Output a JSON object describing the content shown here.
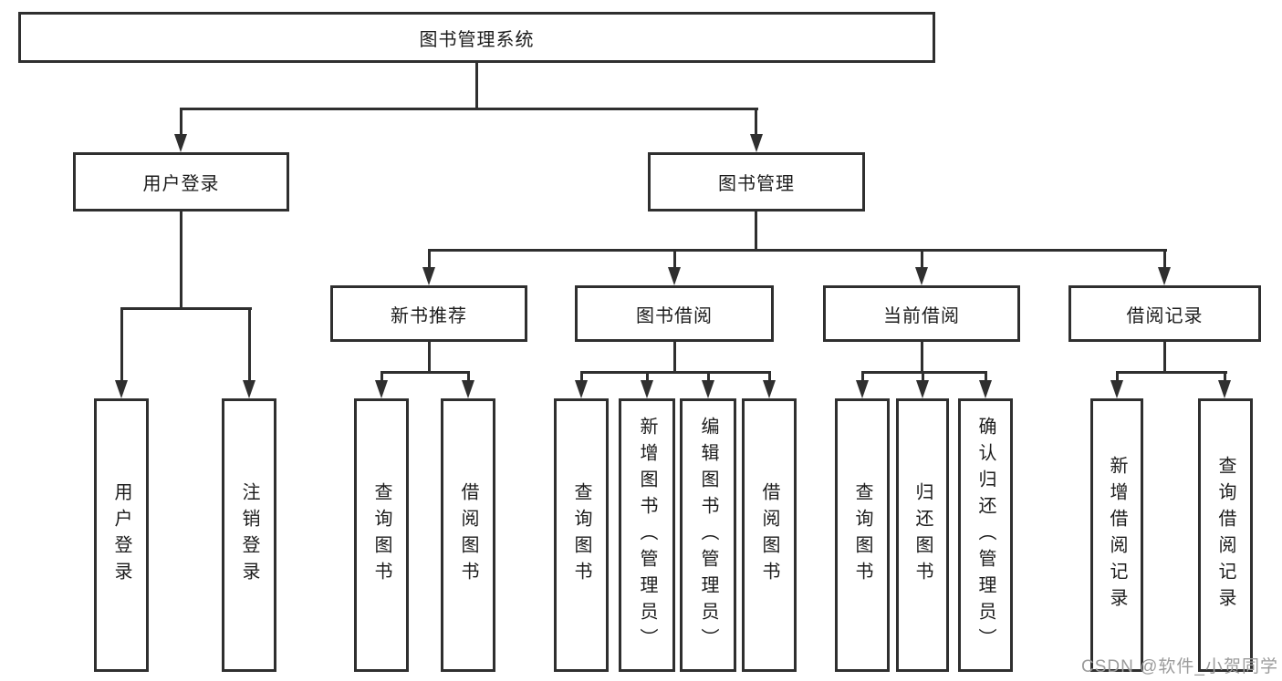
{
  "diagram": {
    "root": {
      "label": "图书管理系统"
    },
    "level2": [
      {
        "label": "用户登录"
      },
      {
        "label": "图书管理"
      }
    ],
    "level3": [
      {
        "label": "新书推荐"
      },
      {
        "label": "图书借阅"
      },
      {
        "label": "当前借阅"
      },
      {
        "label": "借阅记录"
      }
    ],
    "leaves": [
      {
        "label": "用户登录"
      },
      {
        "label": "注销登录"
      },
      {
        "label": "查询图书"
      },
      {
        "label": "借阅图书"
      },
      {
        "label": "查询图书"
      },
      {
        "label": "新增图书（管理员）"
      },
      {
        "label": "编辑图书（管理员）"
      },
      {
        "label": "借阅图书"
      },
      {
        "label": "查询图书"
      },
      {
        "label": "归还图书"
      },
      {
        "label": "确认归还（管理员）"
      },
      {
        "label": "新增借阅记录"
      },
      {
        "label": "查询借阅记录"
      }
    ],
    "colors": {
      "line": "#2f2f2f",
      "text": "#1c1c1c",
      "watermark": "#9c9c9c",
      "background": "#ffffff"
    }
  },
  "watermark": "CSDN @软件_小贺同学"
}
